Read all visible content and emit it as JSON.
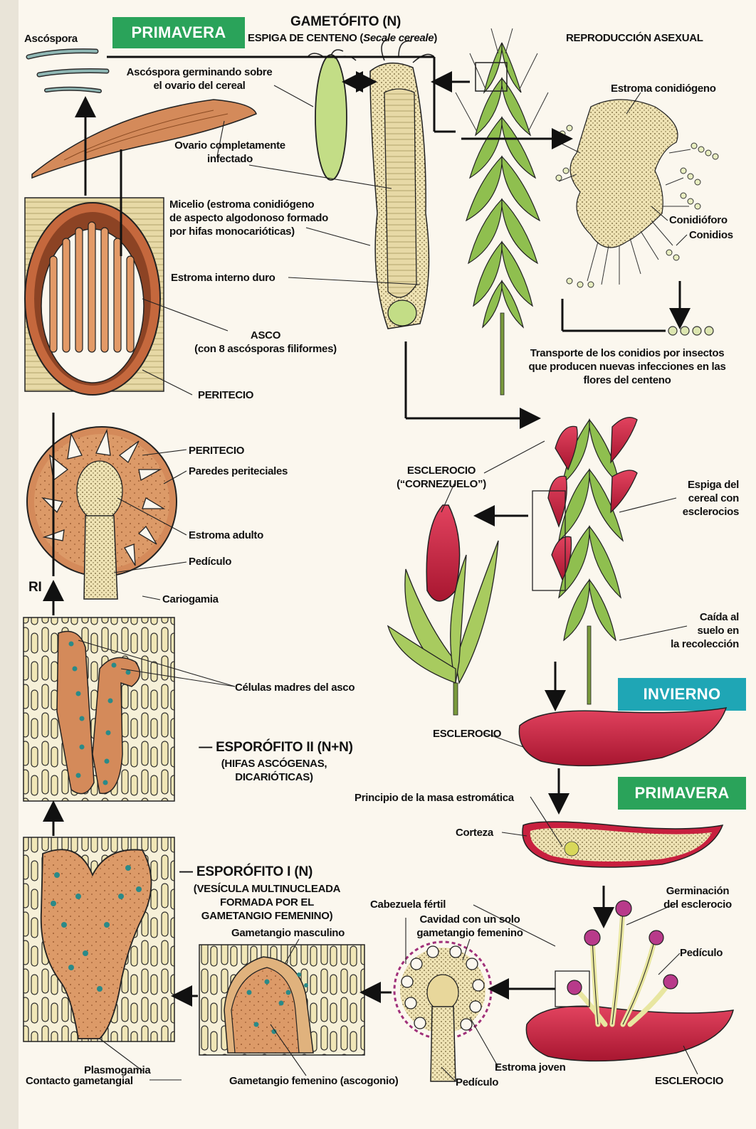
{
  "colors": {
    "spring_banner": "#2aa35a",
    "winter_banner": "#1fa6b5",
    "sclerotium": "#c8203f",
    "tissue_orange": "#d9915a",
    "stroma_yellow": "#ecdca0",
    "plant_green": "#9fc35c",
    "nucleus_teal": "#2a8a88",
    "background": "#fbf7ee"
  },
  "banners": {
    "spring_top": "PRIMAVERA",
    "winter": "INVIERNO",
    "spring_bottom": "PRIMAVERA"
  },
  "titles": {
    "gametophyte": "GAMETÓFITO (N)",
    "spike_prefix": "ESPIGA DE CENTENO (",
    "spike_species": "Secale cereale",
    "spike_suffix": ")",
    "asexual": "REPRODUCCIÓN ASEXUAL",
    "sporophyte_2_l1": "— ESPORÓFITO II (N+N)",
    "sporophyte_2_l2": "(HIFAS ASCÓGENAS,",
    "sporophyte_2_l3": "DICARIÓTICAS)",
    "sporophyte_1_l1": "— ESPORÓFITO I (N)",
    "sporophyte_1_l2": "(VESÍCULA MULTINUCLEADA",
    "sporophyte_1_l3": "FORMADA POR EL",
    "sporophyte_1_l4": "GAMETANGIO FEMENINO)"
  },
  "labels": {
    "ascospora": "Ascóspora",
    "ascospora_germ_l1": "Ascóspora germinando sobre",
    "ascospora_germ_l2": "el ovario del cereal",
    "ovario_l1": "Ovario completamente",
    "ovario_l2": "infectado",
    "micelio_l1": "Micelio (estroma conidiógeno",
    "micelio_l2": "de aspecto algodonoso formado",
    "micelio_l3": "por hifas monocarióticas)",
    "estroma_interno": "Estroma interno duro",
    "asco_l1": "ASCO",
    "asco_l2": "(con 8 ascósporas filiformes)",
    "peritecio_1": "PERITECIO",
    "peritecio_2": "PERITECIO",
    "paredes": "Paredes periteciales",
    "estroma_adulto": "Estroma adulto",
    "pediculo_1": "Pedículo",
    "ri": "RI",
    "cariogamia": "Cariogamia",
    "celulas_madres": "Células madres del asco",
    "gametangio_masculino": "Gametangio masculino",
    "plasmogamia": "Plasmogamia",
    "contacto": "Contacto gametangial",
    "gametangio_femenino": "Gametangio femenino (ascogonio)",
    "pediculo_bottom": "Pedículo",
    "estroma_joven": "Estroma joven",
    "esclerocio_bottom": "ESCLEROCIO",
    "cabezuela": "Cabezuela fértil",
    "cavidad_l1": "Cavidad con un solo",
    "cavidad_l2": "gametangio femenino",
    "pediculo_right": "Pedículo",
    "germinacion_l1": "Germinación",
    "germinacion_l2": "del esclerocio",
    "principio": "Principio de la masa estromática",
    "corteza": "Corteza",
    "esclerocio_mid": "ESCLEROCIO",
    "esclerocio_corn_l1": "ESCLEROCIO",
    "esclerocio_corn_l2": "(“CORNEZUELO”)",
    "espiga_l1": "Espiga del",
    "espiga_l2": "cereal con",
    "espiga_l3": "esclerocios",
    "caida_l1": "Caída al",
    "caida_l2": "suelo en",
    "caida_l3": "la recolección",
    "estroma_conidiogeno": "Estroma conidiógeno",
    "conidioforo": "Conidióforo",
    "conidios": "Conidios",
    "transporte_l1": "Transporte de los conidios por insectos",
    "transporte_l2": "que producen nuevas infecciones en las",
    "transporte_l3": "flores del centeno"
  }
}
